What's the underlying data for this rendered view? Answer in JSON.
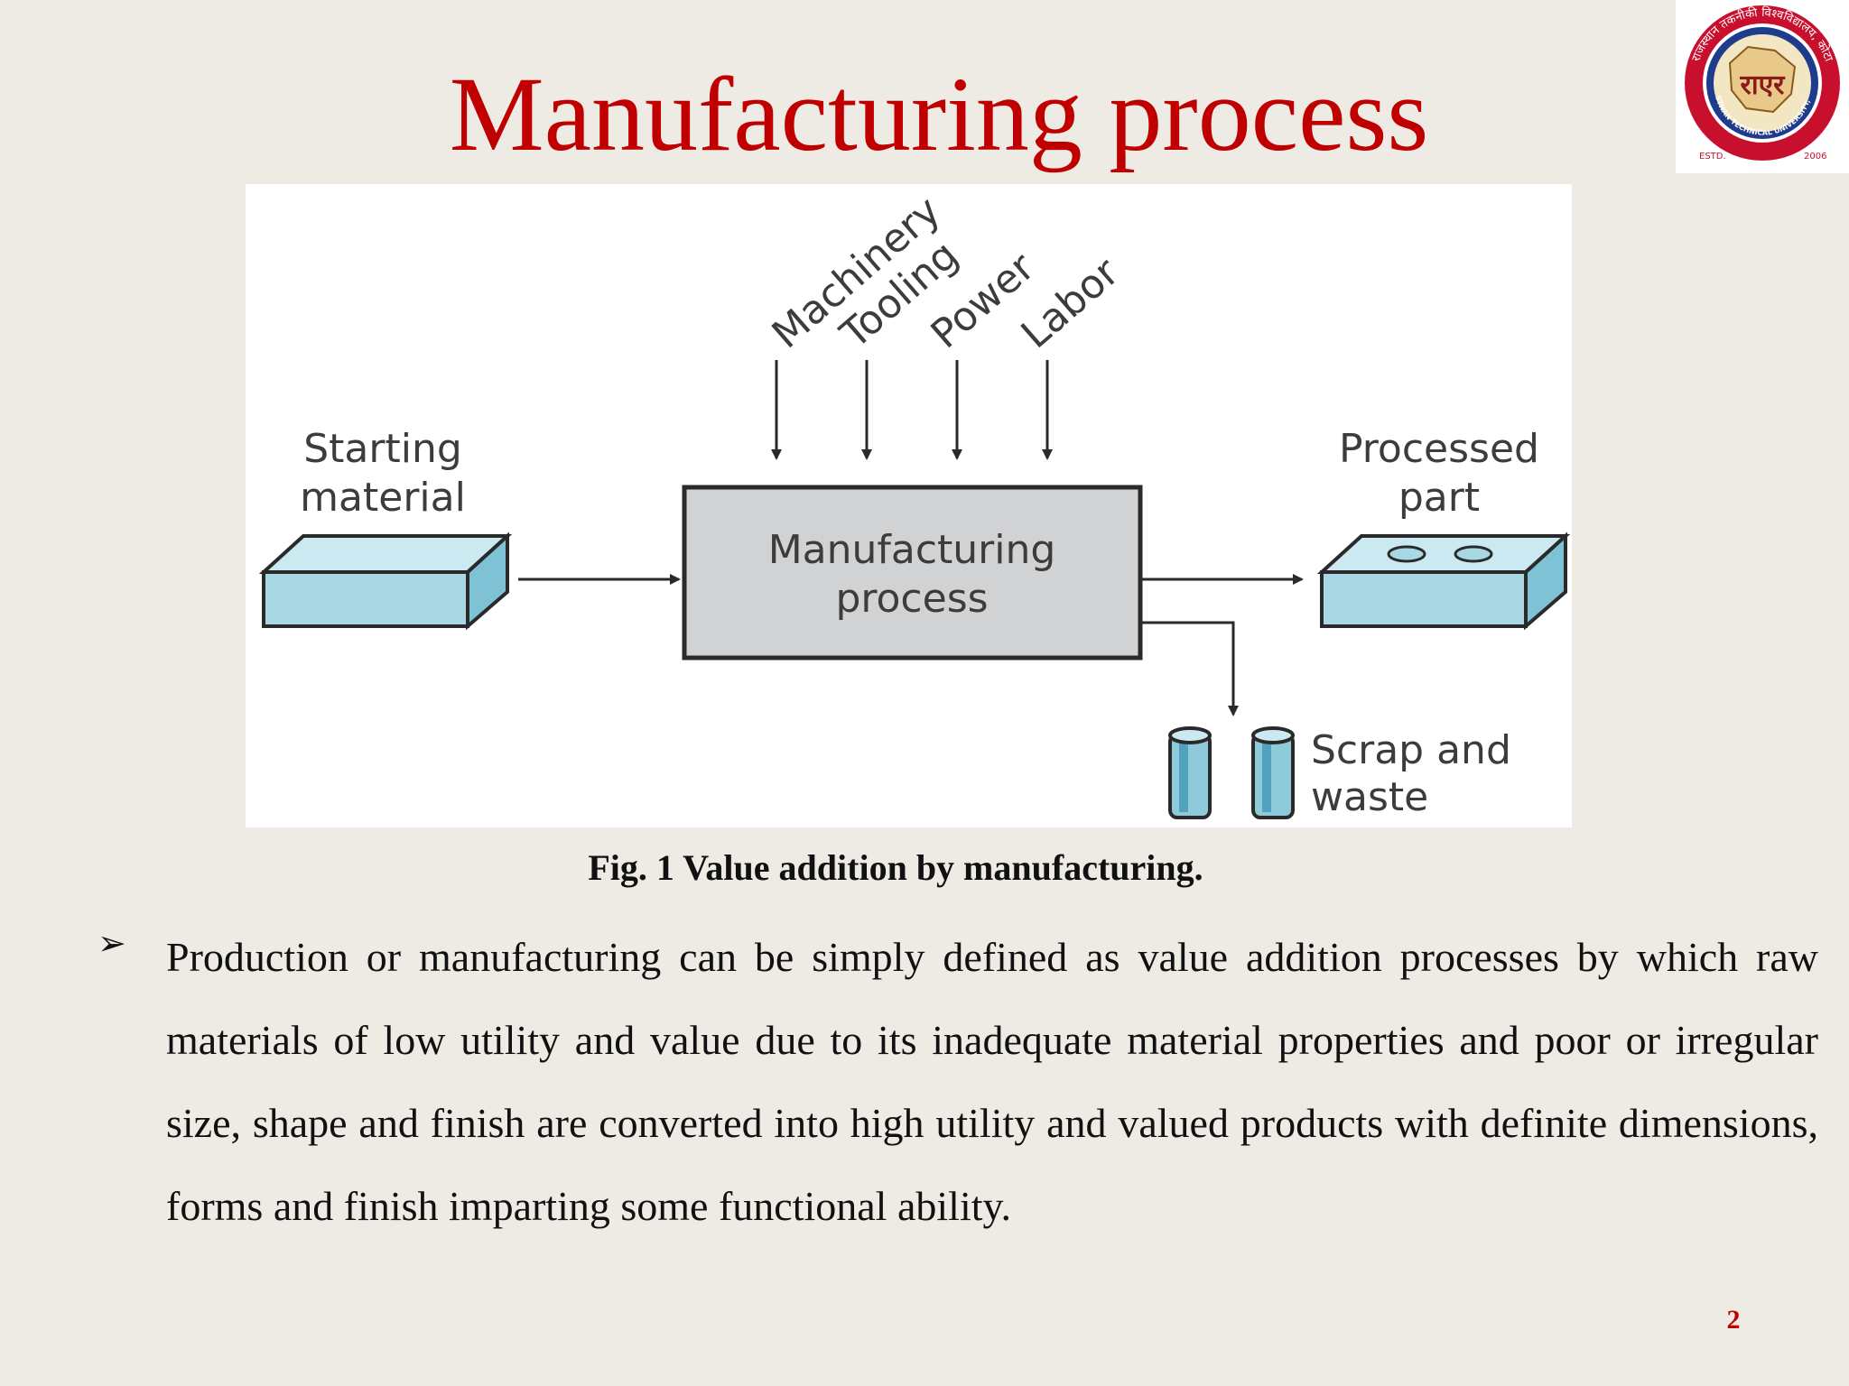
{
  "slide": {
    "title": "Manufacturing process",
    "page_number": "2"
  },
  "logo": {
    "hindi_text": "राजस्थान तकनीकी विश्वविद्यालय, कोटा",
    "monogram": "राएर",
    "english_text": "RAJASTHAN TECHNICAL UNIVERSITY, KOTA",
    "estd_label": "ESTD.",
    "year": "2006",
    "icon": "university-seal-icon"
  },
  "diagram": {
    "inputs": [
      "Machinery",
      "Tooling",
      "Power",
      "Labor"
    ],
    "starting_material_line1": "Starting",
    "starting_material_line2": "material",
    "process_line1": "Manufacturing",
    "process_line2": "process",
    "output_line1": "Processed",
    "output_line2": "part",
    "waste_line1": "Scrap and",
    "waste_line2": "waste",
    "colors": {
      "block_fill": "#a9d8e4",
      "process_fill": "#d0d2d4",
      "stroke": "#2a2a2a"
    }
  },
  "caption": "Fig. 1 Value addition by manufacturing.",
  "bullet": {
    "marker": "➢",
    "text": "Production or manufacturing can be simply defined as value addition processes by which raw materials of low utility and value due to its inadequate material properties and poor or irregular size, shape and finish are converted into high utility and valued products with definite dimensions, forms and finish imparting some functional ability."
  }
}
